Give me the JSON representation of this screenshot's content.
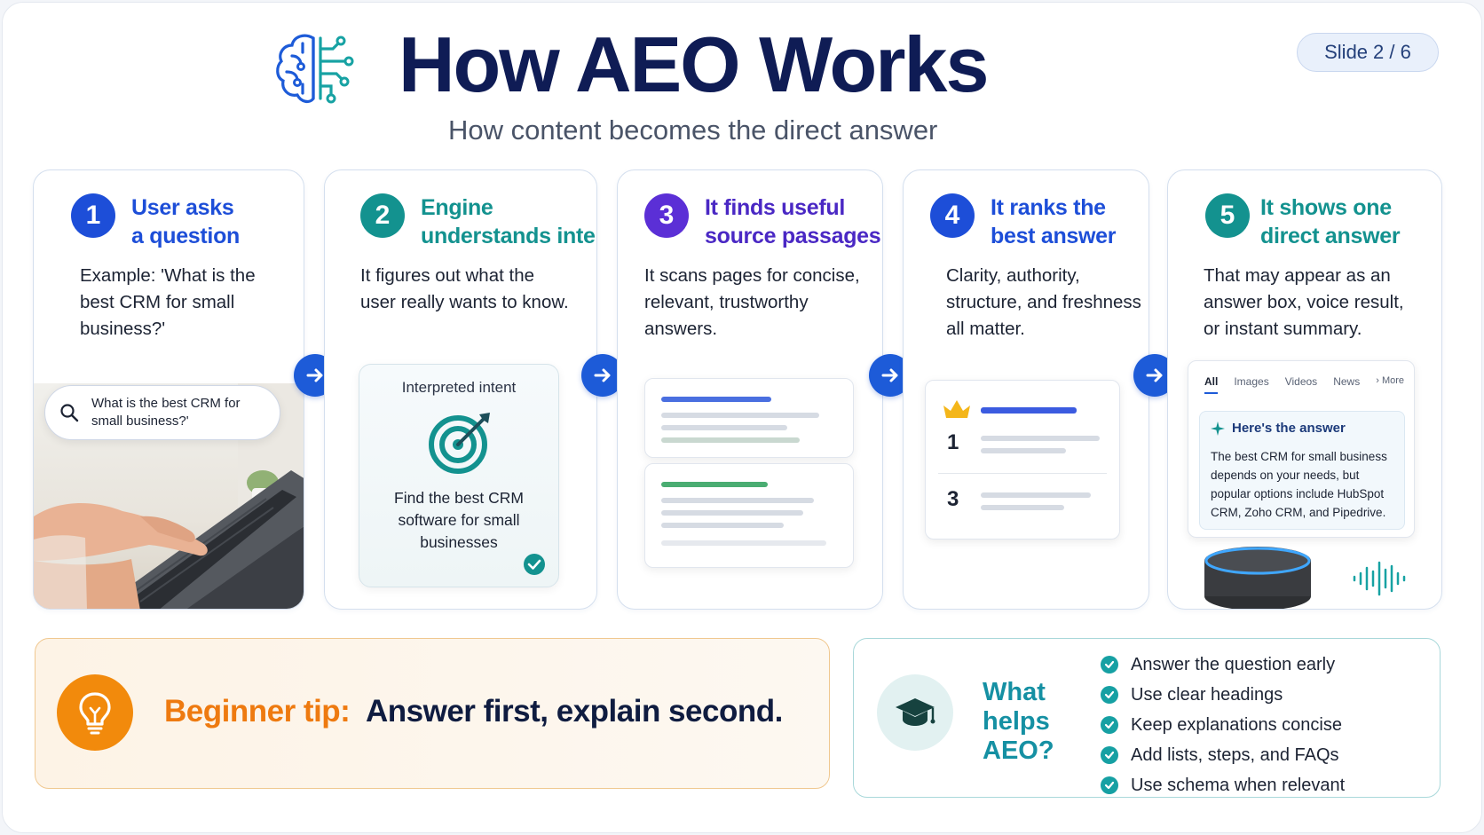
{
  "header": {
    "title": "How AEO Works",
    "subtitle": "How content becomes the direct answer",
    "slide_label": "Slide",
    "slide_counter": "2 / 6"
  },
  "steps": [
    {
      "number": "1",
      "title_line1": "User asks",
      "title_line2": "a question",
      "description": "Example: 'What is the best CRM for small business?'",
      "search_query": "What is the best CRM for small business?'"
    },
    {
      "number": "2",
      "title_line1": "Engine",
      "title_line2": "understands intent",
      "description": "It figures out what the user really wants to know.",
      "intent_label": "Interpreted intent",
      "intent_text": "Find the best CRM software for small businesses"
    },
    {
      "number": "3",
      "title_line1": "It finds useful",
      "title_line2": "source passages",
      "description": "It scans pages for concise, relevant, trustworthy answers."
    },
    {
      "number": "4",
      "title_line1": "It ranks the",
      "title_line2": "best answer",
      "description": "Clarity, authority, structure, and freshness all matter.",
      "rank_first": "1",
      "rank_third": "3"
    },
    {
      "number": "5",
      "title_line1": "It shows one",
      "title_line2": "direct answer",
      "description": "That may appear as an answer box, voice result, or instant summary.",
      "tabs": [
        "All",
        "Images",
        "Videos",
        "News"
      ],
      "more_tab": "More",
      "answer_heading": "Here's the answer",
      "answer_text": "The best CRM for small business depends on your needs, but popular options include HubSpot CRM, Zoho CRM, and Pipedrive."
    }
  ],
  "tip": {
    "label": "Beginner tip:",
    "text": "Answer first, explain second."
  },
  "helps": {
    "title": "What helps AEO?",
    "items": [
      "Answer the question early",
      "Use clear headings",
      "Keep explanations concise",
      "Add lists, steps, and FAQs",
      "Use schema when relevant"
    ]
  },
  "colors": {
    "navy": "#0f1c55",
    "step1": "#1d4ed8",
    "step2": "#13928f",
    "step3": "#5b2fd6",
    "step4": "#1d4ed8",
    "step5": "#13928f",
    "arrow": "#1d5bd8",
    "tip_orange": "#ee7a10",
    "teal": "#16a0a3"
  },
  "icons": [
    "brain-circuit-icon",
    "search-icon",
    "target-icon",
    "check-icon",
    "crown-icon",
    "sparkle-icon",
    "smart-speaker-icon",
    "sound-wave-icon",
    "lightbulb-icon",
    "graduation-cap-icon",
    "arrow-right-icon"
  ]
}
